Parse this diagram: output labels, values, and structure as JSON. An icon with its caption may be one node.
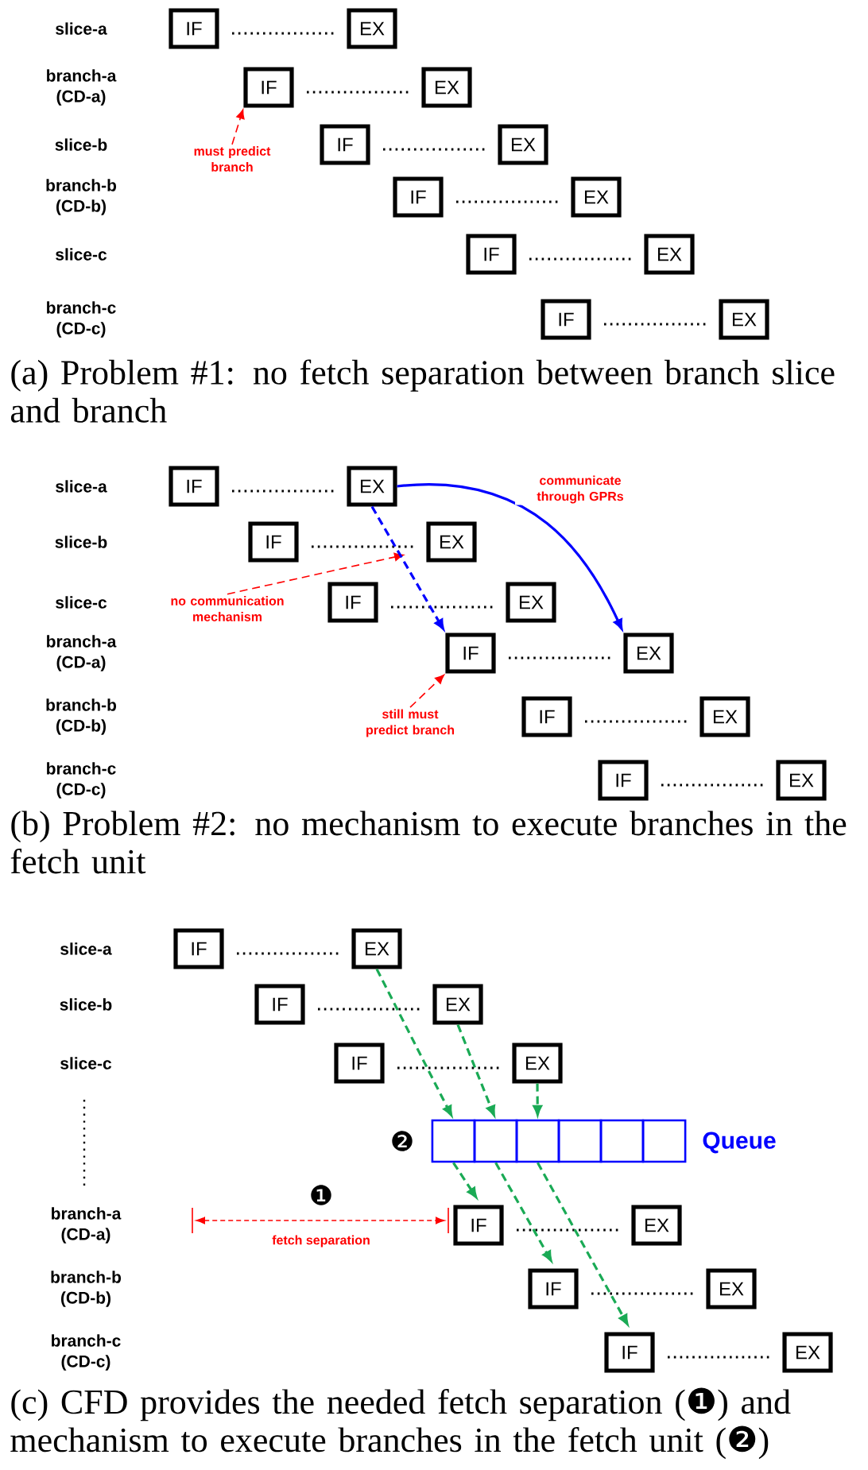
{
  "diagram": {
    "nodes": [
      {
        "text": [
          "IF"
        ]
      },
      {
        "text": [
          "EX"
        ]
      },
      {
        "text": [
          "IF"
        ]
      },
      {
        "text": [
          "EX"
        ]
      },
      {
        "text": [
          "IF"
        ]
      },
      {
        "text": [
          "EX"
        ]
      },
      {
        "text": [
          "IF"
        ]
      },
      {
        "text": [
          "EX"
        ]
      },
      {
        "text": [
          "IF"
        ]
      },
      {
        "text": [
          "EX"
        ]
      },
      {
        "text": [
          "IF"
        ]
      },
      {
        "text": [
          "EX"
        ]
      },
      {
        "text": [
          "must predict branch"
        ]
      },
      {
        "text": [
          "IF"
        ]
      },
      {
        "text": [
          "EX"
        ]
      },
      {
        "text": [
          "IF"
        ]
      },
      {
        "text": [
          "EX"
        ]
      },
      {
        "text": [
          "IF"
        ]
      },
      {
        "text": [
          "EX"
        ]
      },
      {
        "text": [
          "IF"
        ]
      },
      {
        "text": [
          "EX"
        ]
      },
      {
        "text": [
          "IF"
        ]
      },
      {
        "text": [
          "EX"
        ]
      },
      {
        "text": [
          "IF"
        ]
      },
      {
        "text": [
          "EX"
        ]
      },
      {
        "text": [
          "no communication mechanism"
        ]
      },
      {
        "text": [
          "still must predict branch"
        ]
      },
      {
        "text": [
          "IF"
        ]
      },
      {
        "text": [
          "EX"
        ]
      },
      {
        "text": [
          "IF"
        ]
      },
      {
        "text": [
          "EX"
        ]
      },
      {
        "text": [
          "IF"
        ]
      },
      {
        "text": [
          "EX"
        ]
      },
      {
        "text": [
          "IF"
        ]
      },
      {
        "text": [
          "EX"
        ]
      },
      {
        "text": [
          "IF"
        ]
      },
      {
        "text": [
          "EX"
        ]
      },
      {
        "text": [
          "IF"
        ]
      },
      {
        "text": [
          "EX"
        ]
      },
      {
        "text": [],
        "shape": "box"
      },
      {
        "text": [],
        "shape": "box"
      },
      {
        "text": [],
        "shape": "box"
      },
      {
        "text": [],
        "shape": "box"
      },
      {
        "text": [],
        "shape": "box"
      },
      {
        "text": [],
        "shape": "box"
      }
    ],
    "edges": [
      {
        "from": 12,
        "to": 2,
        "arrow": "to",
        "style": "dashed",
        "color": "#ff0000"
      },
      {
        "from": 25,
        "to": null,
        "arrow": "to",
        "style": "dashed",
        "color": "#ff0000"
      },
      {
        "from": 26,
        "to": 19,
        "arrow": "to",
        "style": "dashed",
        "color": "#ff0000"
      },
      {
        "from": 14,
        "to": 19,
        "arrow": "to",
        "style": "dashed",
        "color": "#0000ff"
      },
      {
        "from": 14,
        "to": 20,
        "arrow": "to",
        "label": "communicate through GPRs",
        "color": "#0000ff"
      },
      {
        "from": 28,
        "to": 39,
        "arrow": "to",
        "style": "dashed"
      },
      {
        "from": 30,
        "to": 40,
        "arrow": "to",
        "style": "dashed"
      },
      {
        "from": 32,
        "to": 41,
        "arrow": "to",
        "style": "dashed"
      },
      {
        "from": 39,
        "to": 33,
        "arrow": "to",
        "style": "dashed"
      },
      {
        "from": 40,
        "to": 35,
        "arrow": "to",
        "style": "dashed"
      },
      {
        "from": 41,
        "to": 37,
        "arrow": "to",
        "style": "dashed"
      }
    ],
    "labels": [
      "slice-a",
      "branch-a (CD-a)",
      "slice-b",
      "branch-b (CD-b)",
      "slice-c",
      "branch-c (CD-c)",
      "(a) Problem #1: no fetch separation between branch slice and branch",
      "slice-a",
      "slice-b",
      "slice-c",
      "branch-a (CD-a)",
      "branch-b (CD-b)",
      "branch-c (CD-c)",
      "(b) Problem #2: no mechanism to execute branches in the fetch unit",
      "slice-a",
      "slice-b",
      "slice-c",
      "❷",
      "Queue",
      "❶",
      "branch-a (CD-a)",
      "fetch separation",
      "branch-b (CD-b)",
      "branch-c (CD-c)",
      "(c) CFD provides the needed fetch separation (❶) and mechanism to execute branches in the fetch unit (❷)"
    ]
  }
}
